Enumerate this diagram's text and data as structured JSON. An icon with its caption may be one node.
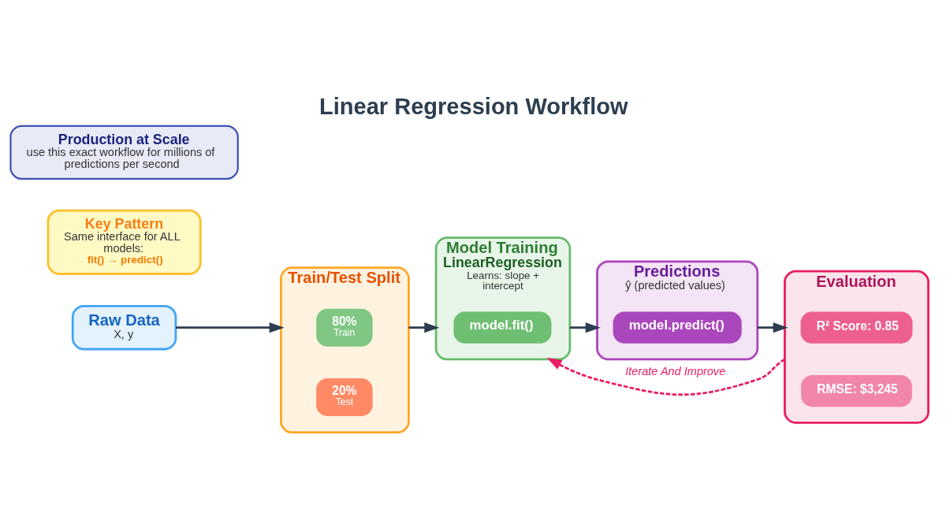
{
  "diagram": {
    "title": "Linear Regression Workflow",
    "nodes": [
      {
        "text": [
          "Raw Data",
          "X, y"
        ]
      },
      {
        "text": [
          "Train/Test Split"
        ]
      },
      {
        "text": [
          "80%",
          "Train"
        ],
        "in": 1
      },
      {
        "text": [
          "20%",
          "Test"
        ],
        "in": 1
      },
      {
        "text": [
          "Model Training",
          "LinearRegression",
          "Learns: slope + intercept"
        ]
      },
      {
        "text": [
          "model.fit()"
        ],
        "in": 4
      },
      {
        "text": [
          "Predictions",
          "ŷ (predicted values)"
        ]
      },
      {
        "text": [
          "model.predict()"
        ],
        "in": 6
      },
      {
        "text": [
          "Evaluation"
        ]
      },
      {
        "text": [
          "R² Score: 0.85"
        ],
        "in": 8
      },
      {
        "text": [
          "RMSE: $3,245"
        ],
        "in": 8
      },
      {
        "text": [
          "Key Pattern",
          "Same interface for ALL models:",
          "fit() → predict()"
        ]
      },
      {
        "text": [
          "Production at Scale",
          "use this exact workflow for millions of predictions per second"
        ]
      }
    ],
    "edges": [
      {
        "from": 0,
        "to": 1,
        "arrow": "to"
      },
      {
        "from": 1,
        "to": 4,
        "arrow": "to"
      },
      {
        "from": 4,
        "to": 6,
        "arrow": "to"
      },
      {
        "from": 6,
        "to": 8,
        "arrow": "to"
      },
      {
        "from": 8,
        "to": 4,
        "arrow": "to",
        "label": "Iterate And Improve",
        "style": "dashed",
        "color": "#e91e63"
      }
    ]
  }
}
